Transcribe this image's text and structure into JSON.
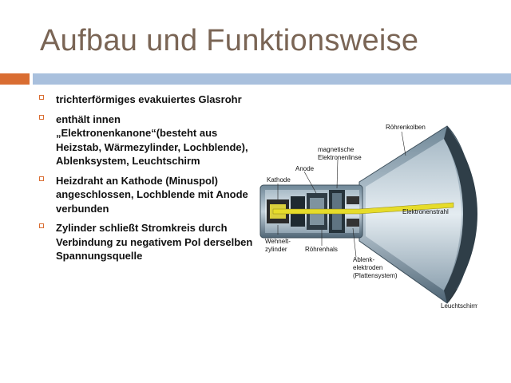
{
  "slide": {
    "title": "Aufbau und Funktionsweise",
    "accent_colors": {
      "orange": "#d96d32",
      "blue": "#a9c0dd",
      "title": "#7a6555"
    }
  },
  "bullets": [
    "trichterförmiges evakuiertes Glasrohr",
    "enthält innen „Elektronenkanone“(besteht aus Heizstab, Wärmezylinder, Lochblende), Ablenksystem, Leuchtschirm",
    "Heizdraht an Kathode (Minuspol) angeschlossen, Lochblende mit Anode verbunden",
    "Zylinder schließt Stromkreis durch Verbindung zu negativem Pol derselben Spannungsquelle"
  ],
  "diagram": {
    "labels": {
      "roehrenkolben": "Röhrenkolben",
      "magnetische": "magnetische",
      "elektronenlinse": "Elektronenlinse",
      "anode": "Anode",
      "kathode": "Kathode",
      "elektronenstrahl": "Elektronenstrahl",
      "wehnelt": "Wehnelt-",
      "zylinder": "zylinder",
      "roehrenhals": "Röhrenhals",
      "ablenk": "Ablenk-",
      "elektroden": "elektroden",
      "plattensystem": "(Plattensystem)",
      "leuchtschirm": "Leuchtschirm"
    }
  }
}
